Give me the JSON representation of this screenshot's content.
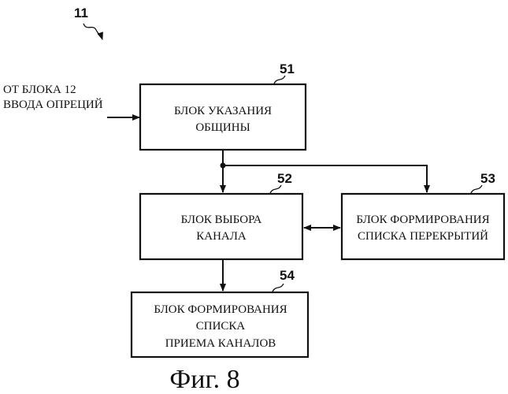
{
  "figure": {
    "ref": "11",
    "caption": "Фиг. 8",
    "input": {
      "line1": "ОТ БЛОКА 12",
      "line2": "ВВОДА ОПРЕЦИЙ"
    },
    "blocks": [
      {
        "id": "51",
        "lines": [
          "БЛОК УКАЗАНИЯ",
          "ОБЩИНЫ"
        ]
      },
      {
        "id": "52",
        "lines": [
          "БЛОК ВЫБОРА",
          "КАНАЛА"
        ]
      },
      {
        "id": "53",
        "lines": [
          "БЛОК ФОРМИРОВАНИЯ",
          "СПИСКА ПЕРЕКРЫТИЙ"
        ]
      },
      {
        "id": "54",
        "lines": [
          "БЛОК ФОРМИРОВАНИЯ",
          "СПИСКА",
          "ПРИЕМА КАНАЛОВ"
        ]
      }
    ]
  }
}
